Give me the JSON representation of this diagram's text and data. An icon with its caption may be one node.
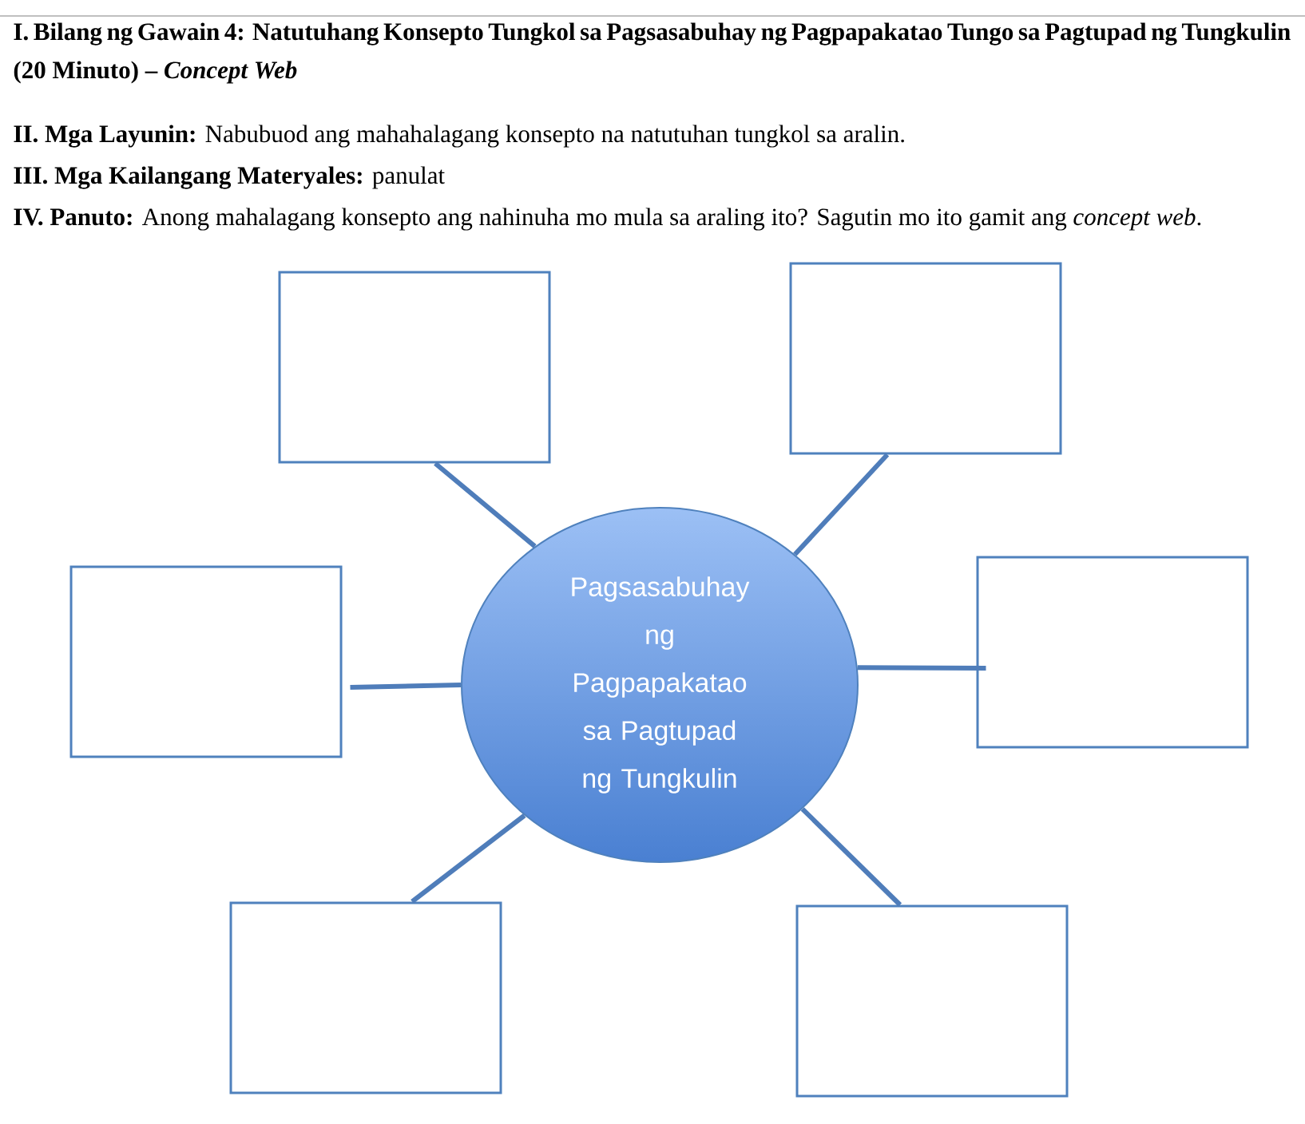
{
  "diagram": {
    "nodes": [
      {
        "text": [
          "Pagsasabuhay ng Pagpapakatao sa Pagtupad ng Tungkulin"
        ]
      },
      {
        "text": [],
        "shape": "box"
      },
      {
        "text": [],
        "shape": "box"
      },
      {
        "text": [],
        "shape": "box"
      },
      {
        "text": [],
        "shape": "box"
      },
      {
        "text": [],
        "shape": "box"
      },
      {
        "text": [],
        "shape": "box"
      }
    ],
    "edges": [
      {
        "from": 0,
        "to": 1,
        "arrow": "none"
      },
      {
        "from": 0,
        "to": 2,
        "arrow": "none"
      },
      {
        "from": 0,
        "to": 3,
        "arrow": "none"
      },
      {
        "from": 0,
        "to": 4,
        "arrow": "none"
      },
      {
        "from": 0,
        "to": 5,
        "arrow": "none"
      },
      {
        "from": 0,
        "to": 6,
        "arrow": "none"
      }
    ],
    "labels": [
      "I. Bilang ng Gawain 4: Natutuhang Konsepto Tungkol sa Pagsasabuhay ng Pagpapakatao Tungo sa Pagtupad ng Tungkulin (20 Minuto) – *Concept Web*",
      "**II. Mga Layunin:** Nabubuod ang mahahalagang konsepto na natutuhan tungkol sa aralin.",
      "**III. Mga Kailangang Materyales:** panulat",
      "**IV. Panuto:** Anong mahalagang konsepto ang nahinuha mo mula sa araling ito? Sagutin mo ito gamit ang *concept web*."
    ]
  }
}
